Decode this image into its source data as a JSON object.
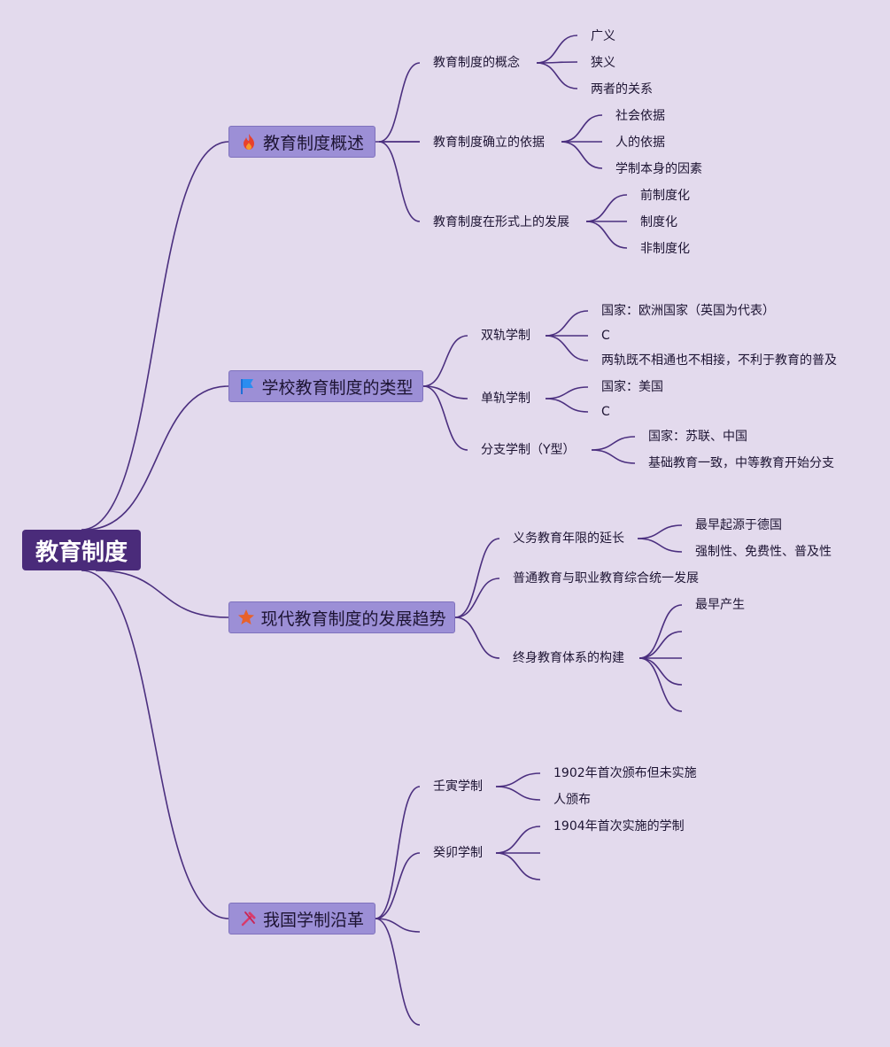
{
  "root": {
    "label": "教育制度"
  },
  "icons": {
    "t1": "fire-icon",
    "t2": "blue-flag-icon",
    "t3": "orange-star-icon",
    "t4": "red-tools-icon"
  },
  "colors": {
    "background": "#e3daed",
    "root_fill": "#4a2b7a",
    "topic_fill": "#9c8fd6",
    "line": "#4b2f7f"
  },
  "topics": {
    "t1": {
      "label": "教育制度概述",
      "subs": {
        "s1": {
          "label": "教育制度的概念",
          "leaves": [
            "广义",
            "狭义",
            "两者的关系"
          ]
        },
        "s2": {
          "label": "教育制度确立的依据",
          "leaves": [
            "社会依据",
            "人的依据",
            "学制本身的因素"
          ]
        },
        "s3": {
          "label": "教育制度在形式上的发展",
          "leaves": [
            "前制度化",
            "制度化",
            "非制度化"
          ]
        }
      }
    },
    "t2": {
      "label": "学校教育制度的类型",
      "subs": {
        "s1": {
          "label": "双轨学制",
          "leaves": [
            "国家：欧洲国家（英国为代表）",
            "C",
            "两轨既不相通也不相接，不利于教育的普及"
          ]
        },
        "s2": {
          "label": "单轨学制",
          "leaves": [
            "国家：美国",
            "C"
          ]
        },
        "s3": {
          "label": "分支学制（Y型）",
          "leaves": [
            "国家：苏联、中国",
            "基础教育一致，中等教育开始分支"
          ]
        }
      }
    },
    "t3": {
      "label": "现代教育制度的发展趋势",
      "subs": {
        "s1": {
          "label": "义务教育年限的延长",
          "leaves": [
            "最早起源于德国",
            "强制性、免费性、普及性"
          ]
        },
        "s2": {
          "label": "普通教育与职业教育综合统一发展",
          "leaves": []
        },
        "s3": {
          "label": "终身教育体系的构建",
          "leaves": [
            "最早产生",
            "",
            "",
            "",
            ""
          ]
        }
      }
    },
    "t4": {
      "label": "我国学制沿革",
      "subs": {
        "s1": {
          "label": "壬寅学制",
          "leaves": [
            "1902年首次颁布但未实施",
            "人颁布"
          ]
        },
        "s2": {
          "label": "癸卯学制",
          "leaves": [
            "1904年首次实施的学制",
            "",
            ""
          ]
        },
        "s3": {
          "label": "",
          "leaves": []
        },
        "s4": {
          "label": "",
          "leaves": []
        }
      }
    }
  }
}
